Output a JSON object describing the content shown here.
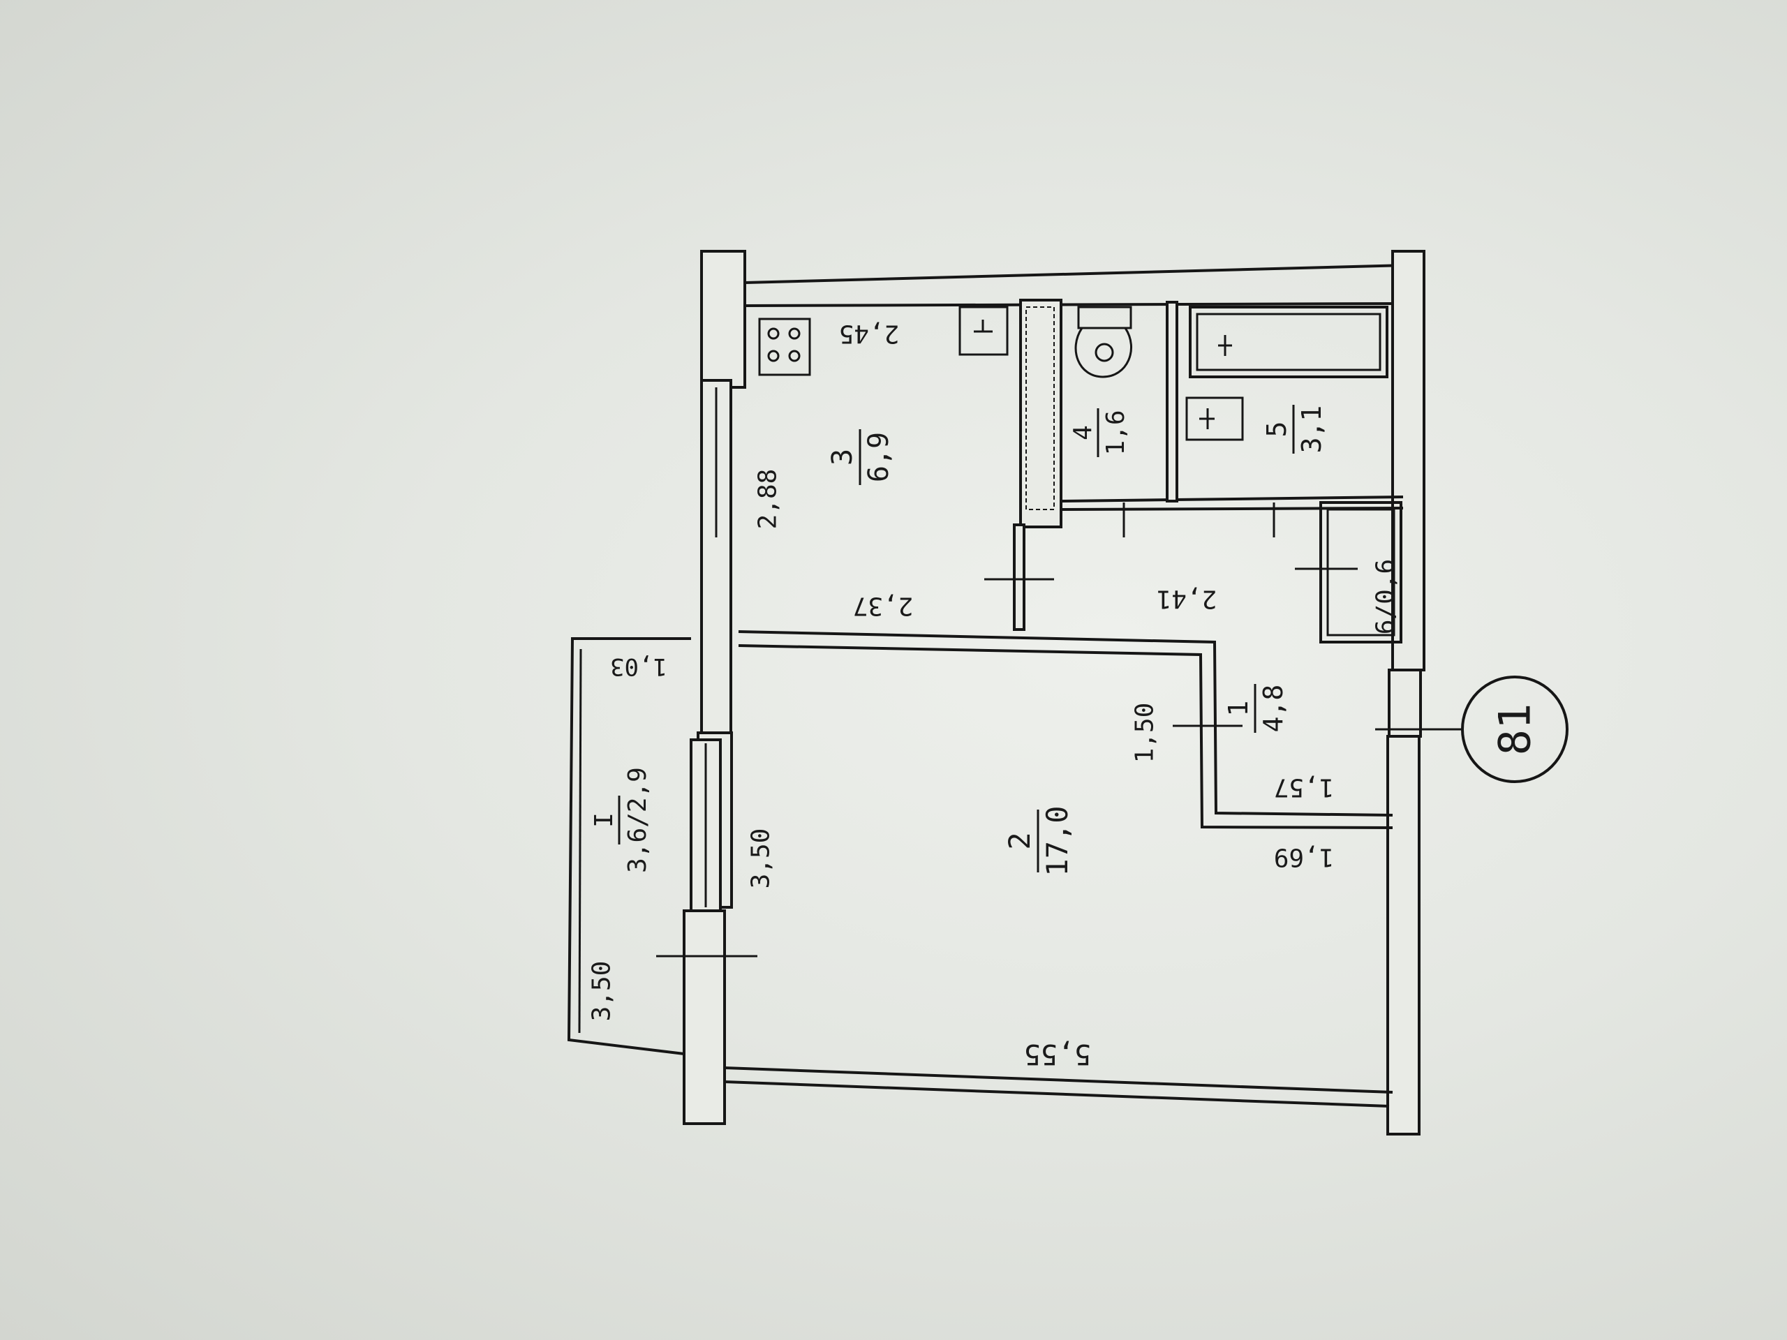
{
  "plan": {
    "apartment_number": "81",
    "rooms": [
      {
        "id": "1",
        "number": "1",
        "area": "4,8"
      },
      {
        "id": "2",
        "number": "2",
        "area": "17,0"
      },
      {
        "id": "3",
        "number": "3",
        "area": "6,9"
      },
      {
        "id": "4",
        "number": "4",
        "area": "1,6"
      },
      {
        "id": "5",
        "number": "5",
        "area": "3,1"
      },
      {
        "id": "balcony",
        "number": "I",
        "area": "3,6/2,9"
      }
    ],
    "closet_area": "6/0,6",
    "dimensions": {
      "kitchen_width": "2,45",
      "kitchen_window_wall": "2,88",
      "kitchen_inner": "2,37",
      "hall_width": "2,41",
      "corridor_len": "1,50",
      "corridor_short": "1,57",
      "room_depth": "1,69",
      "room_width": "5,55",
      "room_height": "3,50",
      "balcony_height": "3,50",
      "balcony_depth": "1,03"
    }
  }
}
